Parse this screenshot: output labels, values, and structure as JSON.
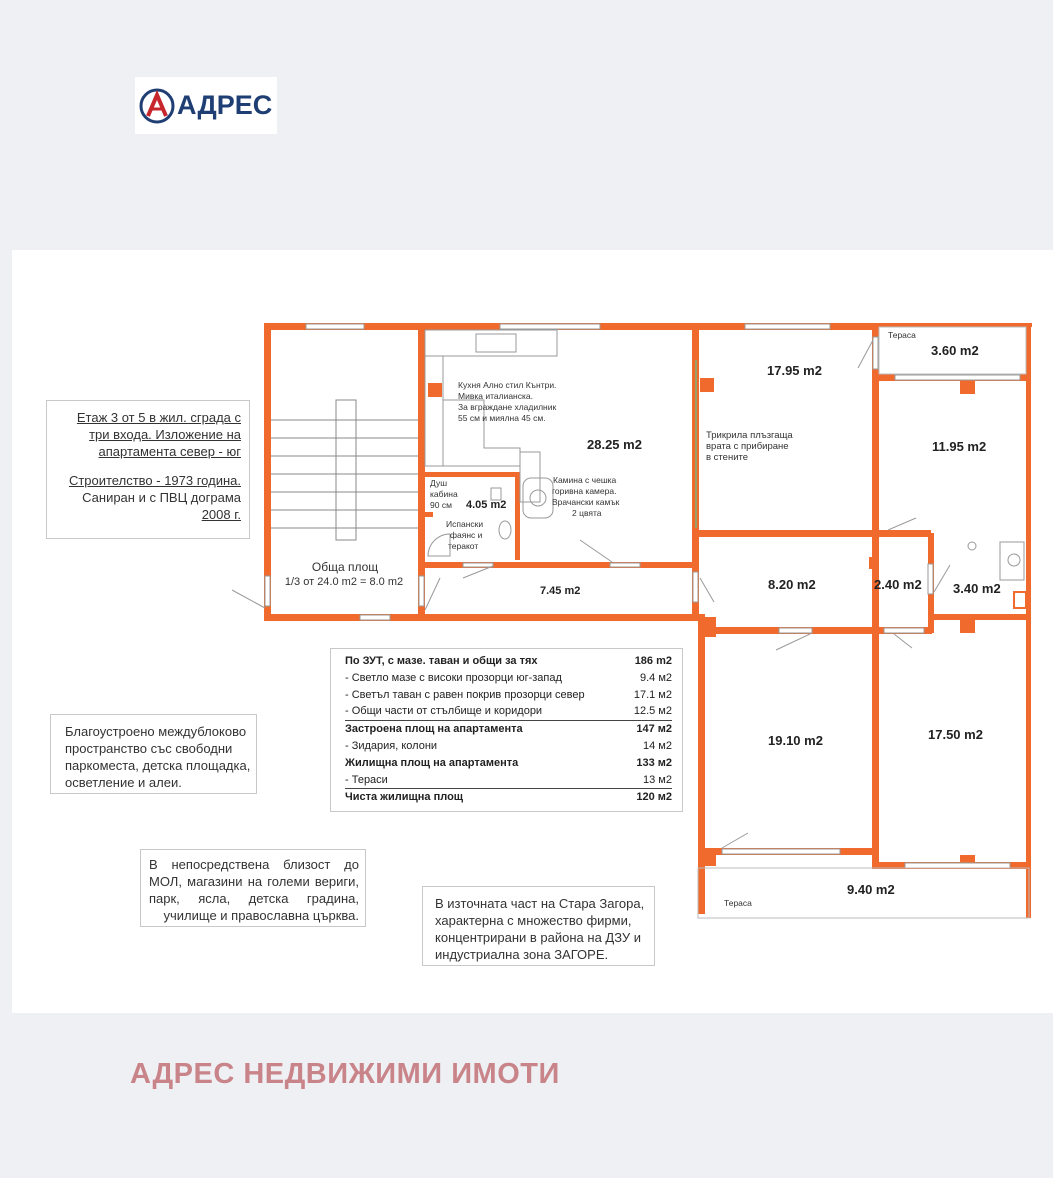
{
  "brand": {
    "logo_text": "АДРЕС",
    "footer": "АДРЕС НЕДВИЖИМИ ИМОТИ"
  },
  "notes": {
    "floor": [
      "Етаж 3 от 5 в жил. сграда с",
      "три входа. Изложение на",
      "апартамента север - юг"
    ],
    "construction": [
      "Строителство - 1973 година.",
      "Саниран и с ПВЦ дограма",
      "2008 г."
    ],
    "yard": [
      "Благоустроено междублоково",
      "пространство със свободни",
      "паркоместа, детска площадка,",
      "осветление и алеи."
    ],
    "nearby": [
      "В непосредствена близост до",
      "МОЛ, магазини на големи вериги,",
      "парк, ясла, детска градина,",
      "училище и православна църква."
    ],
    "location": [
      "В източната част на Стара Загора,",
      "характерна с множество фирми,",
      "концентрирани в района на ДЗУ и",
      "индустриална зона ЗАГОРЕ."
    ]
  },
  "rooms": {
    "common_label": "Обща площ",
    "common_calc": "1/3 от 24.0 m2 = 8.0 m2",
    "kitchen_area": "28.25 m2",
    "kitchen_notes": [
      "Кухня Ално стил Кънтри.",
      "Мивка италианска.",
      "За вграждане хладилник",
      "55 см и миялна 45 см."
    ],
    "fireplace_notes": [
      "Камина с чешка",
      "горивна камера.",
      "Врачански камък",
      "2 цвята"
    ],
    "shower_notes": [
      "Душ",
      "кабина",
      "90 см"
    ],
    "bath_area": "4.05 m2",
    "tiles_notes": [
      "Испански",
      "фаянс и",
      "теракот"
    ],
    "hall_area": "7.45 m2",
    "room1_area": "17.95 m2",
    "sliding_notes": [
      "Трикрила плъзгаща",
      "врата с прибиране",
      "в стените"
    ],
    "terrace_top_label": "Тераса",
    "terrace_top_area": "3.60 m2",
    "room2_area": "11.95 m2",
    "corridor_area": "8.20 m2",
    "closet_area": "2.40 m2",
    "wc_area": "3.40 m2",
    "room3_area": "19.10 m2",
    "room4_area": "17.50 m2",
    "terrace_bottom_label": "Тераса",
    "terrace_bottom_area": "9.40 m2"
  },
  "areas": [
    {
      "label": "По ЗУТ, с мазе. таван и общи за тях",
      "value": "186 m2",
      "bold": true
    },
    {
      "label": "- Светло мазе с високи прозорци юг-запад",
      "value": "9.4 м2",
      "bold": false
    },
    {
      "label": "- Светъл таван с равен покрив прозорци север",
      "value": "17.1 м2",
      "bold": false
    },
    {
      "label": "- Общи части от стълбище и коридори",
      "value": "12.5 м2",
      "bold": false,
      "underline": true
    },
    {
      "label": "Застроена площ на апартамента",
      "value": "147 м2",
      "bold": true
    },
    {
      "label": "- Зидария, колони",
      "value": "14 м2",
      "bold": false
    },
    {
      "label": "Жилищна площ на апартамента",
      "value": "133 м2",
      "bold": true
    },
    {
      "label": "- Тераси",
      "value": "13 м2",
      "bold": false,
      "underline": true
    },
    {
      "label": "Чиста жилищна площ",
      "value": "120 м2",
      "bold": true
    }
  ],
  "colors": {
    "wall": "#ef6a2c",
    "logo_red": "#c8262d",
    "logo_blue": "#1f3e74",
    "footer": "#c98489"
  }
}
